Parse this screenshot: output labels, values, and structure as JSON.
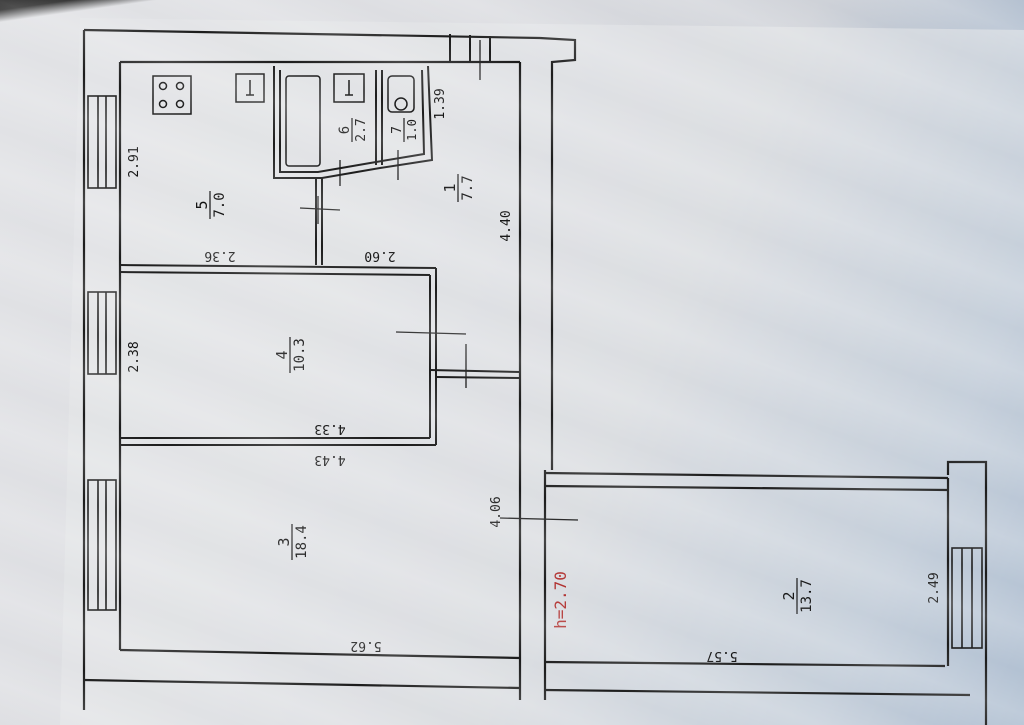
{
  "rooms": {
    "r5": {
      "number": "5",
      "area": "7.0"
    },
    "r6": {
      "number": "6",
      "area": "2.7"
    },
    "r7": {
      "number": "7",
      "area": "1.0"
    },
    "r1": {
      "number": "1",
      "area": "7.7"
    },
    "r4": {
      "number": "4",
      "area": "10.3"
    },
    "r3": {
      "number": "3",
      "area": "18.4"
    },
    "r2": {
      "number": "2",
      "area": "13.7"
    }
  },
  "dimensions": {
    "d_291": "2.91",
    "d_236": "2.36",
    "d_260": "2.60",
    "d_440": "4.40",
    "d_139": "1.39",
    "d_238": "2.38",
    "d_433": "4.33",
    "d_443": "4.43",
    "d_406": "4.06",
    "d_562": "5.62",
    "d_557": "5.57",
    "d_249": "2.49"
  },
  "ceiling_height": "h=2.70"
}
